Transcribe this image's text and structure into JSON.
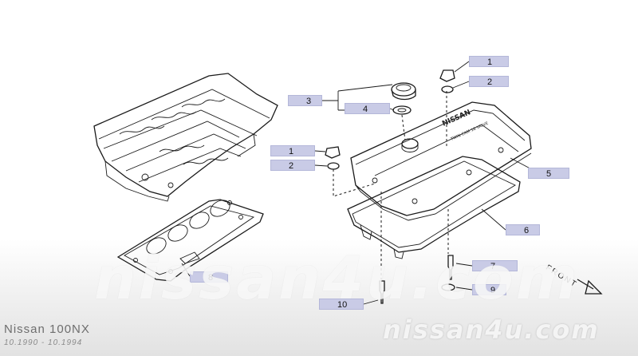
{
  "diagram": {
    "callouts": [
      {
        "id": "c1a",
        "label": "1"
      },
      {
        "id": "c2a",
        "label": "2"
      },
      {
        "id": "c3",
        "label": "3"
      },
      {
        "id": "c4",
        "label": "4"
      },
      {
        "id": "c1b",
        "label": "1"
      },
      {
        "id": "c2b",
        "label": "2"
      },
      {
        "id": "c5",
        "label": "5"
      },
      {
        "id": "c6",
        "label": "6"
      },
      {
        "id": "c7",
        "label": "7"
      },
      {
        "id": "c8",
        "label": "8"
      },
      {
        "id": "c9",
        "label": "9"
      },
      {
        "id": "c10",
        "label": "10"
      }
    ],
    "front_label": "FRONT",
    "cover_text": "NISSAN",
    "cover_text_small": "TWIN CAM 16 VALVE"
  },
  "watermark": {
    "large": "nissan4u.com",
    "small": "nissan4u.com"
  },
  "footer": {
    "model": "Nissan 100NX",
    "period": "10.1990 - 10.1994"
  }
}
